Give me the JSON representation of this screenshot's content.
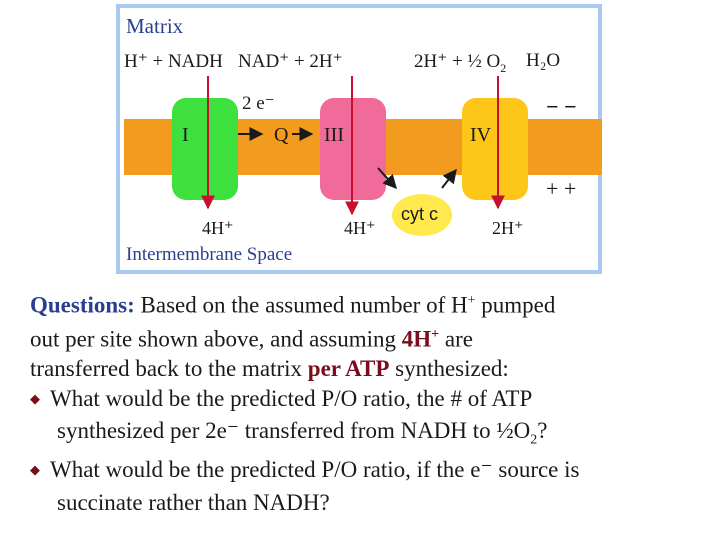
{
  "diagram": {
    "matrix_label": "Matrix",
    "intermembrane_label": "Intermembrane Space",
    "reactants": {
      "h_plus_nadh": "H⁺ + NADH",
      "nad_plus_2h": "NAD⁺ + 2H⁺",
      "two_h_half_o2": "2H⁺ + ½ O",
      "o2_subscript": "2",
      "h2o": "H₂O"
    },
    "electrons_label": "2 e⁻",
    "complexes": {
      "c1": "I",
      "q": "Q",
      "c3": "III",
      "c4": "IV",
      "cytc": "cyt c"
    },
    "pumped": {
      "c1": "4H⁺",
      "c3": "4H⁺",
      "c4": "2H⁺"
    },
    "charge_matrix": "− −",
    "charge_ims": "+ +",
    "colors": {
      "membrane": "#f39b1f",
      "complex_i": "#3de03d",
      "complex_iii": "#f06a9a",
      "complex_iv": "#ffc61a",
      "cyt_c": "#ffe94d",
      "arrows": "#c8102e",
      "frame": "#a9c9ee"
    }
  },
  "questions": {
    "title": "Questions:",
    "intro_1": " Based on the assumed number of H",
    "intro_sup": "+",
    "intro_2": " pumped",
    "line2_a": "out per site shown above, and assuming ",
    "line2_strong": "4H",
    "line2_sup": "+",
    "line2_b": " are",
    "line3_a": "transferred back to the matrix ",
    "line3_strong": "per ATP",
    "line3_b": " synthesized:",
    "bullet_1a": "What would be the predicted P/O ratio, the # of ATP",
    "bullet_1b": "synthesized per 2e⁻ transferred from NADH to ½O",
    "bullet_1b_sub": "2",
    "bullet_1b_end": "?",
    "bullet_2a": "What would be the predicted P/O ratio, if the e⁻ source is",
    "bullet_2b": "succinate rather than NADH?"
  }
}
